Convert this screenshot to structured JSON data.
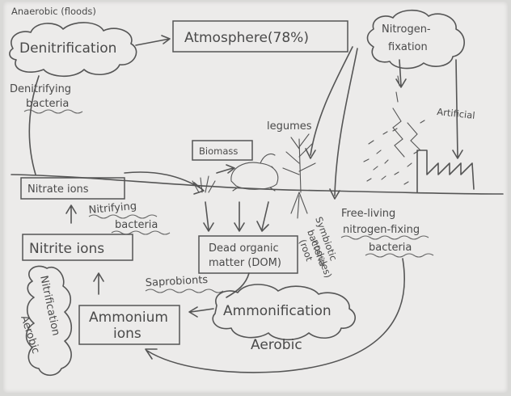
{
  "labels": {
    "anaerobic_floods": "Anaerobic (floods)",
    "denitrification": "Denitrification",
    "atmosphere": "Atmosphere(78%)",
    "nitrogen_fixation_line1": "Nitrogen-",
    "nitrogen_fixation_line2": "fixation",
    "denitrifying_line1": "Denitrifying",
    "denitrifying_line2": "bacteria",
    "legumes": "legumes",
    "artificial": "Artificial",
    "biomass": "Biomass",
    "nitrate_ions": "Nitrate ions",
    "nitrifying_line1": "Nitrifying",
    "nitrifying_line2": "bacteria",
    "nitrite_ions": "Nitrite ions",
    "dead_organic_line1": "Dead organic",
    "dead_organic_line2": "matter (DOM)",
    "free_living_line1": "Free-living",
    "free_living_line2": "nitrogen-fixing",
    "free_living_line3": "bacteria",
    "symbiotic_line1": "Symbiotic",
    "symbiotic_line2": "bacteria",
    "symbiotic_line3": "(root",
    "symbiotic_line4": "nodules)",
    "saprobionts": "Saprobionts",
    "nitrification": "Nitrification",
    "aerobic_left": "Aerobic",
    "ammonium_line1": "Ammonium",
    "ammonium_line2": "ions",
    "ammonification": "Ammonification",
    "aerobic_bottom": "Aerobic"
  },
  "colors": {
    "board": "#ecebea",
    "ink": "#4a4a4a"
  }
}
